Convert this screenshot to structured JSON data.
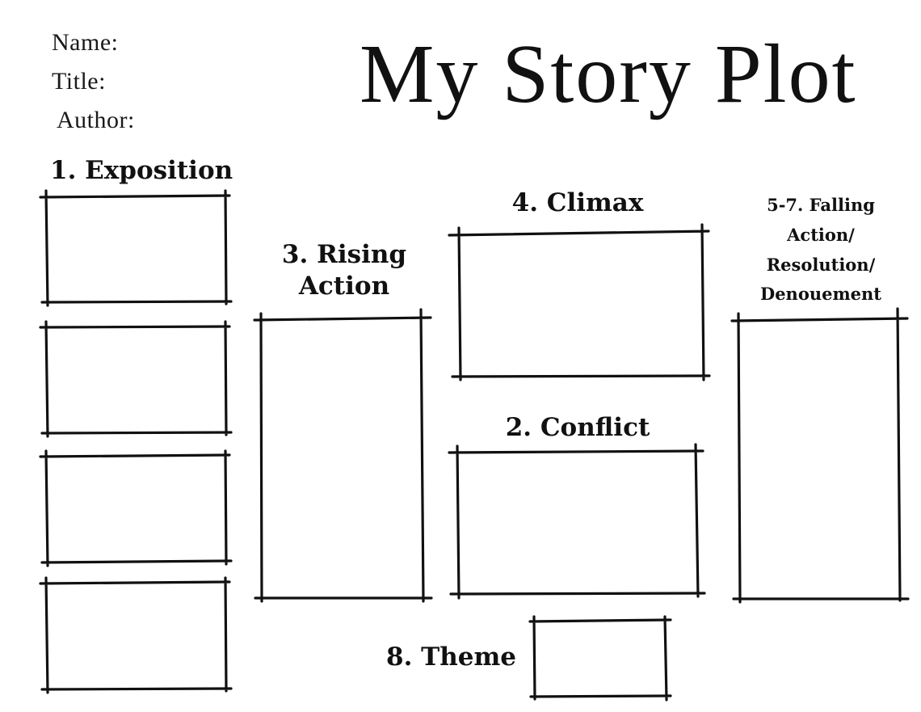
{
  "header": {
    "name_label": "Name:",
    "title_label": "Title:",
    "author_label": "Author:",
    "page_title": "My Story Plot"
  },
  "sections": {
    "exposition": "1. Exposition",
    "rising_action_line1": "3. Rising",
    "rising_action_line2": "Action",
    "climax": "4. Climax",
    "conflict": "2. Conflict",
    "falling_line1": "5-7. Falling",
    "falling_line2": "Action/",
    "falling_line3": "Resolution/",
    "falling_line4": "Denouement",
    "theme": "8. Theme"
  }
}
